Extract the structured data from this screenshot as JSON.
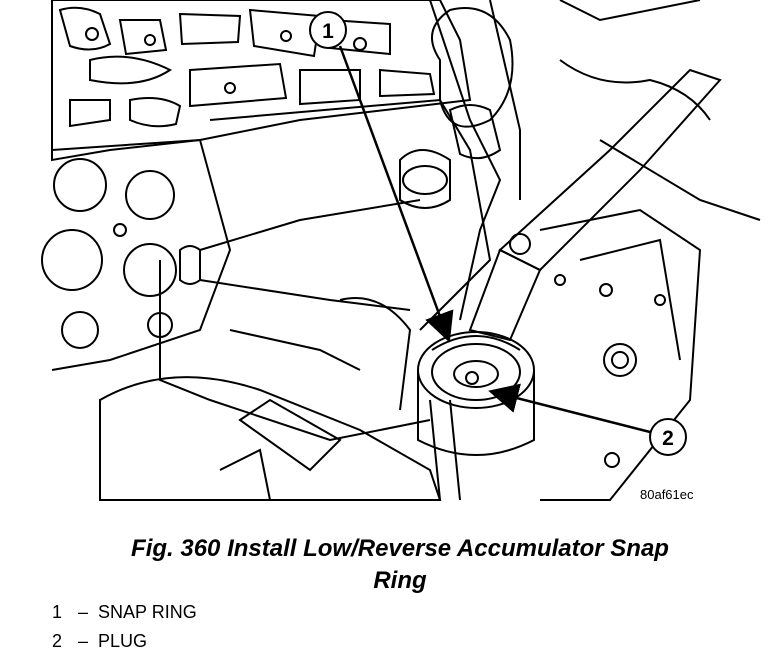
{
  "figure": {
    "image_code": "80af61ec",
    "caption_line1": "Fig. 360 Install Low/Reverse Accumulator Snap",
    "caption_line2": "Ring"
  },
  "callouts": [
    {
      "number": "1",
      "label": "SNAP RING"
    },
    {
      "number": "2",
      "label": "PLUG"
    }
  ],
  "legend_separator": "–"
}
